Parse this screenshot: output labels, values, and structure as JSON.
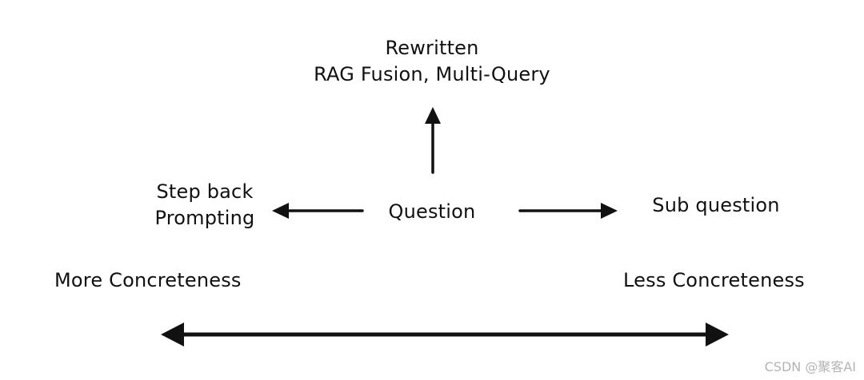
{
  "diagram": {
    "top": {
      "line1": "Rewritten",
      "line2": "RAG Fusion, Multi-Query"
    },
    "left": {
      "line1": "Step back",
      "line2": "Prompting"
    },
    "center": "Question",
    "right": "Sub question",
    "axis": {
      "left": "More Concreteness",
      "right": "Less Concreteness"
    },
    "stroke_color": "#111111"
  },
  "watermark": "CSDN @聚客AI"
}
